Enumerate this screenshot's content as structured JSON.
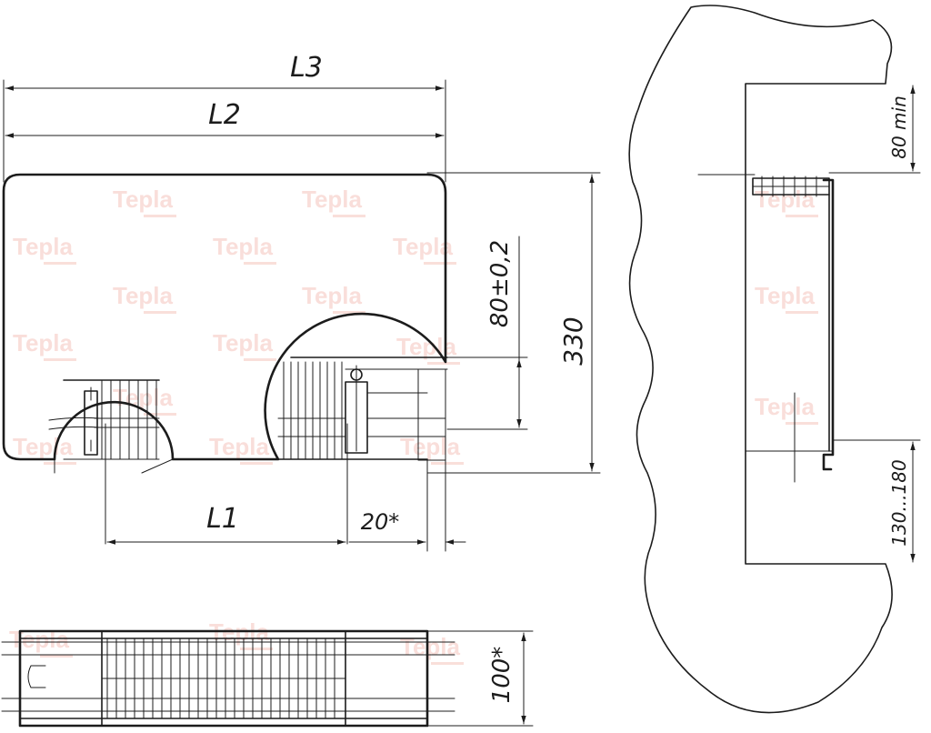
{
  "watermark": "Tepla",
  "dimensions": {
    "L3": "L3",
    "L2": "L2",
    "L1": "L1",
    "offset_20": "20*",
    "height_330": "330",
    "pipe_80": "80±0,2",
    "wall_80min": "80 min",
    "floor_130_180": "130...180",
    "depth_100": "100*"
  },
  "colors": {
    "line": "#1c1c1c",
    "watermark": "#f2b7ae",
    "hatch": "#8a8a8a"
  }
}
